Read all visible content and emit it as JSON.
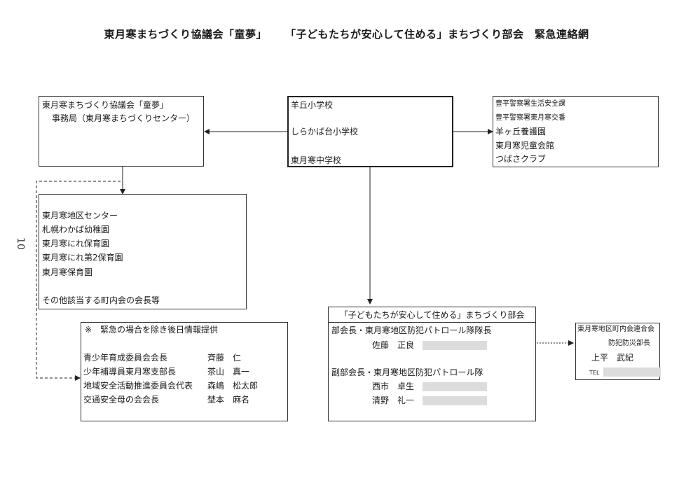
{
  "title": {
    "part1": "東月寒まちづくり協議会「童夢」",
    "part2": "「子どもたちが安心して住める」まちづくり部会　緊急連絡網"
  },
  "page_number": "10",
  "secretariat": {
    "line1": "東月寒まちづくり協議会「童夢」",
    "line2": "事務局（東月寒まちづくりセンター）"
  },
  "schools": [
    "羊丘小学校",
    "しらかば台小学校",
    "東月寒中学校"
  ],
  "police": [
    "豊平警察署生活安全課",
    "豊平警察署東月寒交番",
    "羊ヶ丘養護園",
    "東月寒児童会館",
    "つばさクラブ"
  ],
  "facilities": [
    "東月寒地区センター",
    "札幌わかば幼稚園",
    "東月寒にれ保育園",
    "東月寒にれ第2保育園",
    "東月寒保育園",
    "その他該当する町内会の会長等"
  ],
  "info": {
    "note": "※　緊急の場合を除き後日情報提供",
    "rows": [
      {
        "role": "青少年育成委員会会長",
        "name": "斉藤　仁"
      },
      {
        "role": "少年補導員東月寒支部長",
        "name": "茶山　真一"
      },
      {
        "role": "地域安全活動推進委員会代表",
        "name": "森嶋　松太郎"
      },
      {
        "role": "交通安全母の会会長",
        "name": "埜本　麻名"
      }
    ]
  },
  "bureau": {
    "header": "「子どもたちが安心して住める」まちづくり部会",
    "chief_title": "部会長・東月寒地区防犯パトロール隊隊長",
    "chief_name": "佐藤　正良",
    "vice_title": "副部会長・東月寒地区防犯パトロール隊",
    "vice_names": [
      "西市　卓生",
      "清野　礼一"
    ]
  },
  "federation": {
    "line1": "東月寒地区町内会連合会",
    "line2": "防犯防災部長",
    "name": "上平　武紀",
    "tel_label": "TEL"
  }
}
